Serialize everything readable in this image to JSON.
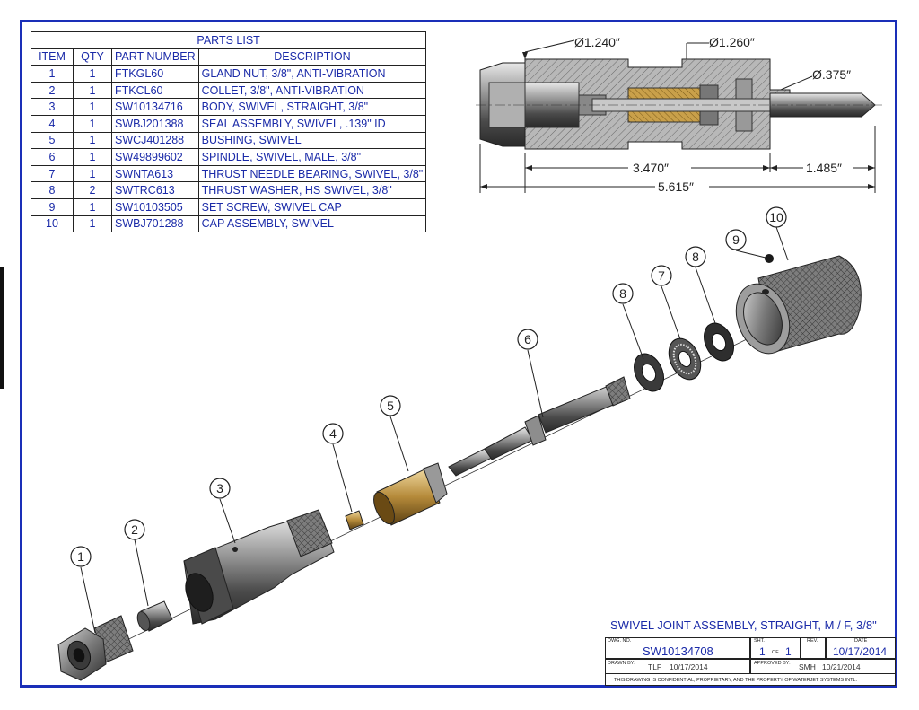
{
  "parts_list": {
    "title": "PARTS LIST",
    "headers": [
      "ITEM",
      "QTY",
      "PART NUMBER",
      "DESCRIPTION"
    ],
    "rows": [
      [
        "1",
        "1",
        "FTKGL60",
        "GLAND NUT, 3/8\", ANTI-VIBRATION"
      ],
      [
        "2",
        "1",
        "FTKCL60",
        "COLLET, 3/8\", ANTI-VIBRATION"
      ],
      [
        "3",
        "1",
        "SW10134716",
        "BODY, SWIVEL, STRAIGHT, 3/8\""
      ],
      [
        "4",
        "1",
        "SWBJ201388",
        "SEAL ASSEMBLY, SWIVEL, .139\" ID"
      ],
      [
        "5",
        "1",
        "SWCJ401288",
        "BUSHING, SWIVEL"
      ],
      [
        "6",
        "1",
        "SW49899602",
        "SPINDLE, SWIVEL, MALE, 3/8\""
      ],
      [
        "7",
        "1",
        "SWNTA613",
        "THRUST NEEDLE BEARING, SWIVEL, 3/8\""
      ],
      [
        "8",
        "2",
        "SWTRC613",
        "THRUST WASHER, HS SWIVEL, 3/8\""
      ],
      [
        "9",
        "1",
        "SW10103505",
        "SET SCREW, SWIVEL CAP"
      ],
      [
        "10",
        "1",
        "SWBJ701288",
        "CAP ASSEMBLY, SWIVEL"
      ]
    ]
  },
  "section_view": {
    "dim_d1": "Ø1.240″",
    "dim_d2": "Ø1.260″",
    "dim_d3": "Ø.375″",
    "dim_len1": "3.470″",
    "dim_len2": "1.485″",
    "dim_total": "5.615″"
  },
  "balloons": [
    "1",
    "2",
    "3",
    "4",
    "5",
    "6",
    "8",
    "7",
    "8",
    "9",
    "10"
  ],
  "title_block": {
    "title": "SWIVEL JOINT ASSEMBLY, STRAIGHT, M / F, 3/8\"",
    "dwg_no_label": "DWG. NO.",
    "dwg_no": "SW10134708",
    "sht_label": "SHT.",
    "sht": "1",
    "of_label": "OF",
    "sht_total": "1",
    "rev_label": "REV.",
    "date_label": "DATE",
    "date": "10/17/2014",
    "drawn_by_label": "DRAWN BY:",
    "drawn_by": "TLF",
    "drawn_date": "10/17/2014",
    "approved_by_label": "APPROVED BY:",
    "approved_by": "SMH",
    "approved_date": "10/21/2014",
    "confidential": "THIS DRAWING IS CONFIDENTIAL, PROPRIETARY, AND THE PROPERTY OF WATERJET SYSTEMS INTL."
  }
}
